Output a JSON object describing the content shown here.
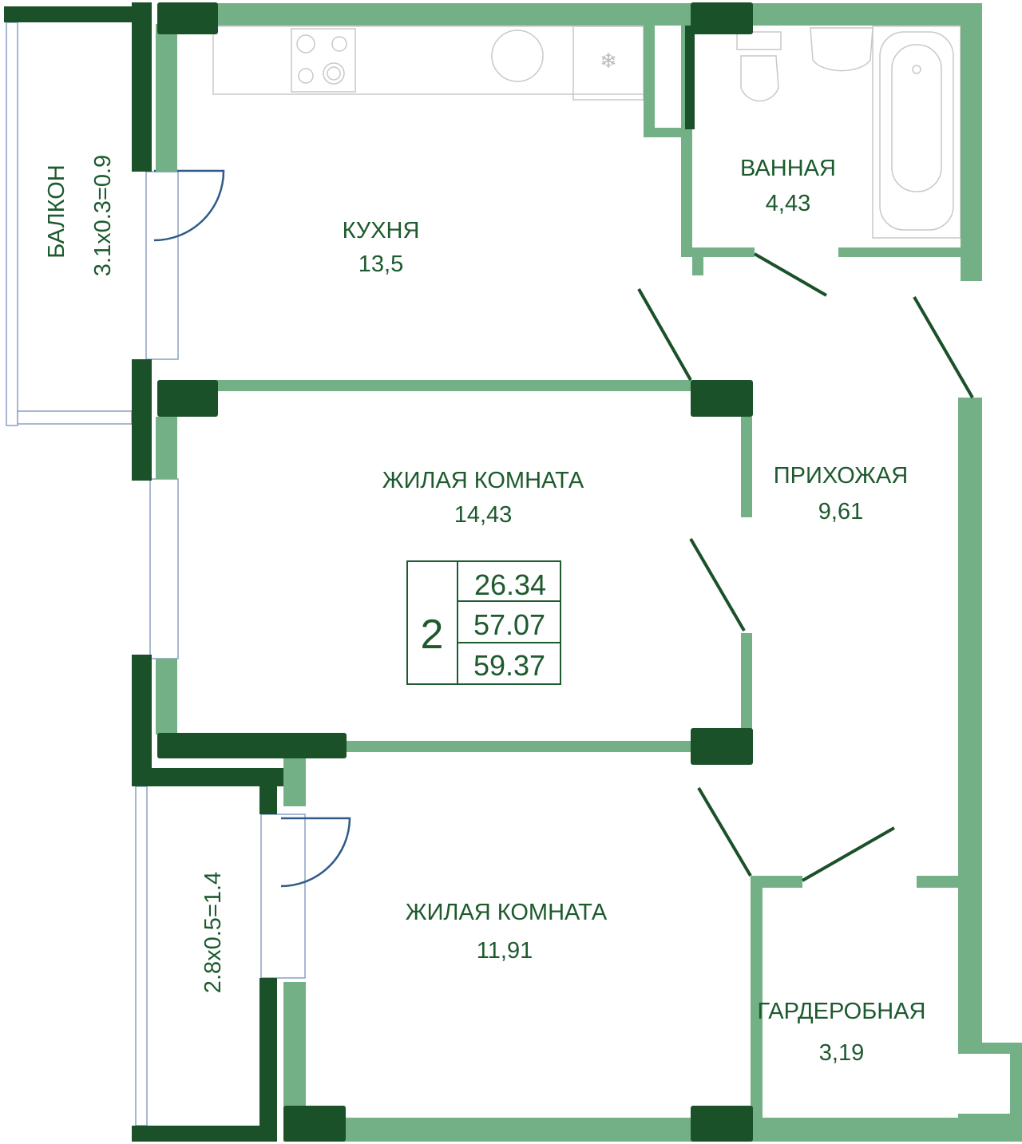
{
  "rooms": {
    "kitchen": {
      "name": "КУХНЯ",
      "area": "13,5"
    },
    "bathroom": {
      "name": "ВАННАЯ",
      "area": "4,43"
    },
    "living_room_1": {
      "name": "ЖИЛАЯ КОМНАТА",
      "area": "14,43"
    },
    "hallway": {
      "name": "ПРИХОЖАЯ",
      "area": "9,61"
    },
    "living_room_2": {
      "name": "ЖИЛАЯ КОМНАТА",
      "area": "11,91"
    },
    "wardrobe": {
      "name": "ГАРДЕРОБНАЯ",
      "area": "3,19"
    },
    "balcony_1": {
      "name": "БАЛКОН",
      "formula": "3.1x0.3=0.9"
    },
    "balcony_2": {
      "formula": "2.8x0.5=1.4"
    }
  },
  "summary": {
    "rooms_count": "2",
    "living_area": "26.34",
    "total_area": "57.07",
    "total_area_with_balcony": "59.37"
  },
  "colors": {
    "wall_light": "#74b086",
    "wall_dark": "#1b5129",
    "text": "#1d5a2e"
  }
}
